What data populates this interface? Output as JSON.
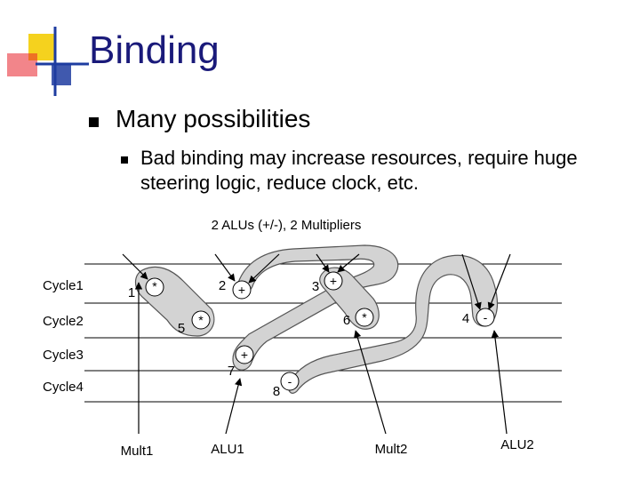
{
  "slide": {
    "title": "Binding",
    "bullet1": "Many possibilities",
    "bullet2": "Bad binding may increase resources, require huge steering logic, reduce clock, etc."
  },
  "diagram": {
    "caption": "2 ALUs (+/-), 2 Multipliers",
    "cycles": [
      "Cycle1",
      "Cycle2",
      "Cycle3",
      "Cycle4"
    ],
    "ops": [
      {
        "id": "1",
        "symbol": "*"
      },
      {
        "id": "2",
        "symbol": "+"
      },
      {
        "id": "3",
        "symbol": "+"
      },
      {
        "id": "4",
        "symbol": "-"
      },
      {
        "id": "5",
        "symbol": "*"
      },
      {
        "id": "6",
        "symbol": "*"
      },
      {
        "id": "7",
        "symbol": "+"
      },
      {
        "id": "8",
        "symbol": "-"
      }
    ],
    "units": [
      "Mult1",
      "ALU1",
      "Mult2",
      "ALU2"
    ]
  },
  "colors": {
    "title": "#1a1a7a",
    "logo_yellow": "#f5d21e",
    "logo_red": "#e8202a",
    "logo_blue": "#1e3ca0",
    "binding_fill": "#d3d3d3"
  }
}
